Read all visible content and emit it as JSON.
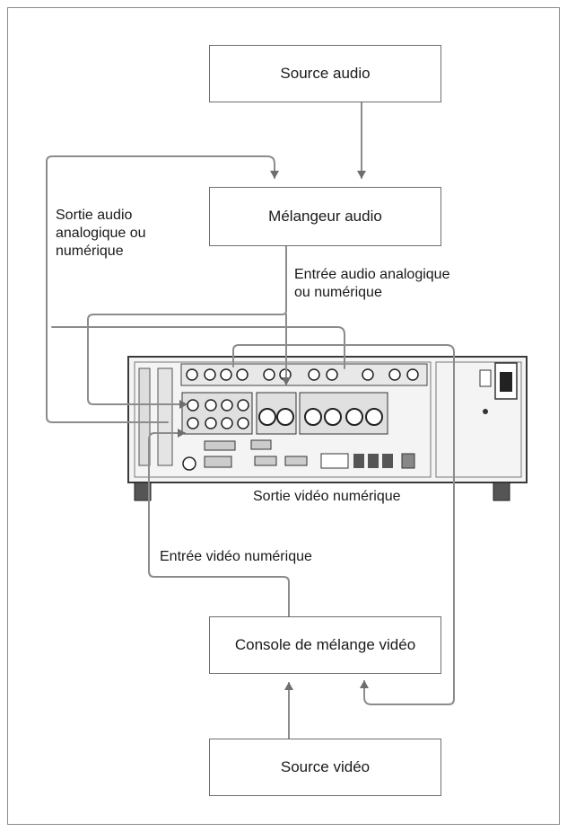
{
  "boxes": {
    "audio_source": "Source audio",
    "audio_mixer": "Mélangeur audio",
    "video_console": "Console de mélange vidéo",
    "video_source": "Source vidéo"
  },
  "labels": {
    "audio_out": "Sortie audio\nanalogique ou\nnumérique",
    "audio_in": "Entrée audio analogique\nou numérique",
    "video_out": "Sortie vidéo numérique",
    "video_in": "Entrée vidéo numérique"
  },
  "colors": {
    "line": "#8c8c8c",
    "box_border": "#6e6e6e",
    "device_body": "#f2f2f2",
    "device_dark": "#3a3a3a"
  }
}
